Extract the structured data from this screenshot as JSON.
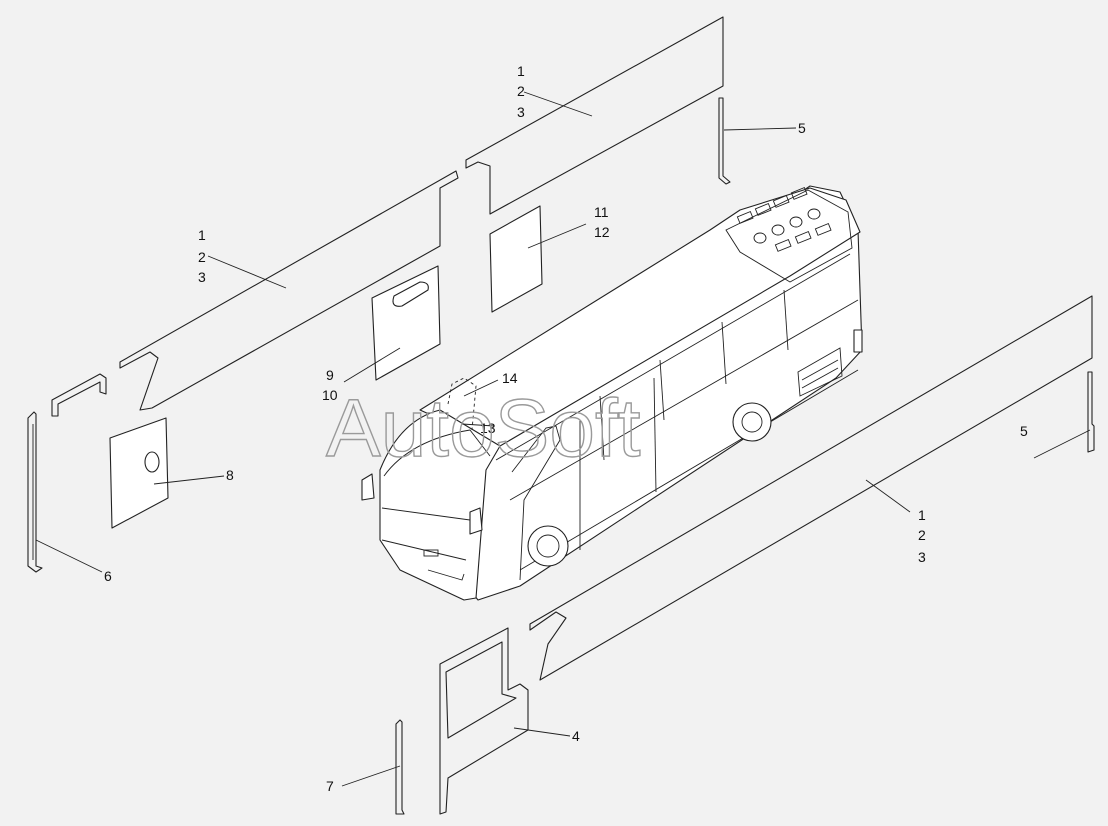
{
  "watermark": "AutoSoft",
  "callouts": {
    "c1a": [
      "1",
      "2",
      "3"
    ],
    "c1b": [
      "1",
      "2",
      "3"
    ],
    "c1c": [
      "1",
      "2",
      "3"
    ],
    "c4": "4",
    "c5a": "5",
    "c5b": "5",
    "c6": "6",
    "c7": "7",
    "c8": "8",
    "c9": [
      "9",
      "10"
    ],
    "c11": [
      "11",
      "12"
    ],
    "c13": "13",
    "c14": "14"
  }
}
